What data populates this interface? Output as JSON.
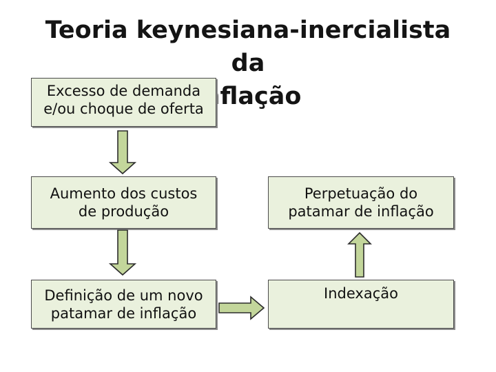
{
  "title": {
    "line1": "Teoria keynesiana-inercialista  da",
    "line2": "inflação"
  },
  "boxes": {
    "demand": {
      "line1": "Excesso de demanda",
      "line2": "e/ou choque de oferta"
    },
    "costs": {
      "line1": "Aumento dos custos",
      "line2": "de produção"
    },
    "perpetuation": {
      "line1": "Perpetuação do",
      "line2": "patamar de inflação"
    },
    "new_level": {
      "line1": "Definição de um novo",
      "line2": "patamar de inflação"
    },
    "indexation": {
      "line1": "Indexação"
    }
  },
  "colors": {
    "box_fill": "#eaf1dd",
    "arrow_fill": "#c3d69b",
    "border": "#4a4a4a"
  }
}
